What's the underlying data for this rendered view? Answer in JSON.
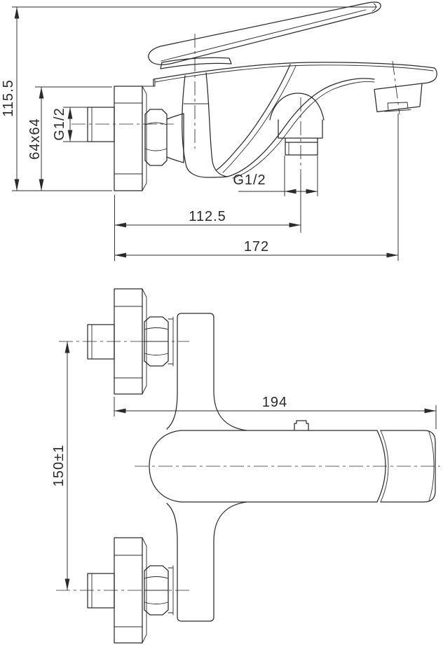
{
  "drawing": {
    "colors": {
      "line": "#2b2b2b",
      "background": "#ffffff"
    },
    "side_view": {
      "labels": {
        "overall_height": "115.5",
        "escutcheon_size": "64x64",
        "inlet_thread": "G1/2",
        "shower_thread": "G1/2",
        "shower_offset": "112.5",
        "spout_reach": "172"
      }
    },
    "front_view": {
      "labels": {
        "overall_length": "194",
        "centers_distance": "150±1"
      }
    }
  }
}
